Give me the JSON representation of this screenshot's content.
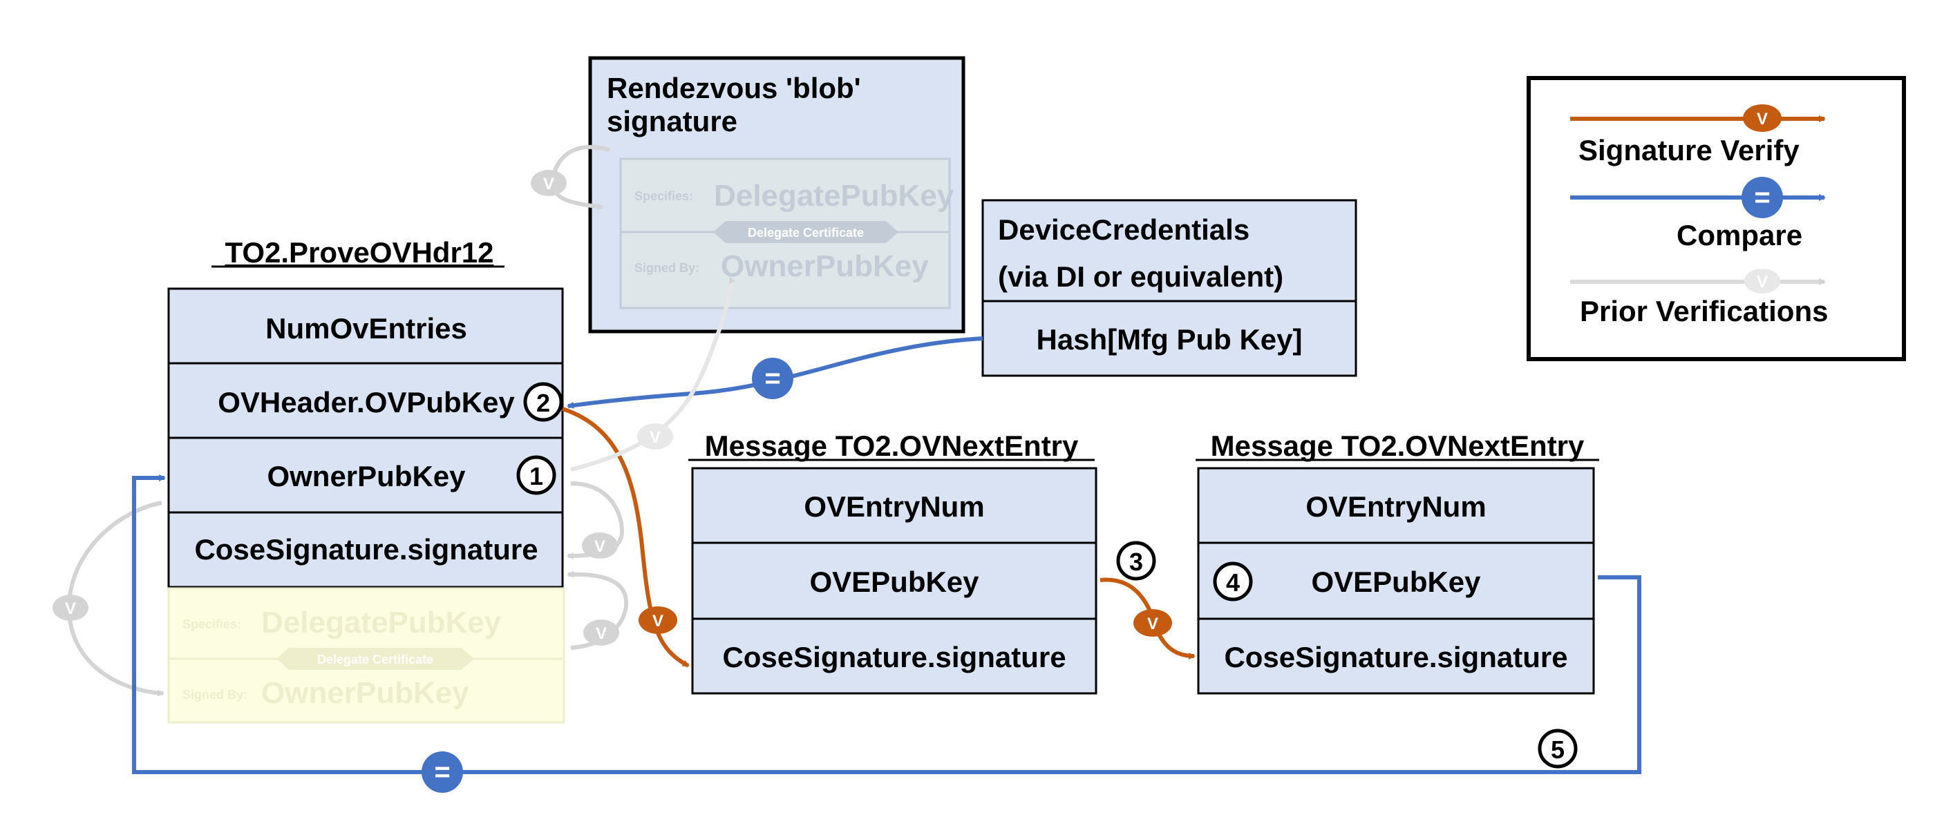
{
  "colors": {
    "box_fill": "#dae3f3",
    "signature_verify": "#c55a11",
    "compare": "#4472c4",
    "prior": "#d4d4d4",
    "delegate_faded_fill": "#dfe6ea",
    "delegate_yellow_fill": "#fdfde2"
  },
  "legend": {
    "signature_verify": "Signature Verify",
    "compare": "Compare",
    "prior": "Prior Verifications",
    "verify_symbol": "V",
    "compare_symbol": "="
  },
  "rendezvous": {
    "title_line1": "Rendezvous 'blob'",
    "title_line2": "signature",
    "specifies_label": "Specifies:",
    "specifies_value": "DelegatePubKey",
    "cert_label": "Delegate Certificate",
    "signed_by_label": "Signed By:",
    "signed_by_value": "OwnerPubKey"
  },
  "device_credentials": {
    "title_line1": "DeviceCredentials",
    "title_line2": "(via DI or equivalent)",
    "hash": "Hash[Mfg Pub Key]"
  },
  "prove_ov_hdr": {
    "title": "TO2.ProveOVHdr12",
    "rows": [
      "NumOvEntries",
      "OVHeader.OVPubKey",
      "OwnerPubKey",
      "CoseSignature.signature"
    ],
    "delegate": {
      "specifies_label": "Specifies:",
      "specifies_value": "DelegatePubKey",
      "cert_label": "Delegate Certificate",
      "signed_by_label": "Signed By:",
      "signed_by_value": "OwnerPubKey"
    }
  },
  "next_entry_1": {
    "title": "Message TO2.OVNextEntry",
    "rows": [
      "OVEntryNum",
      "OVEPubKey",
      "CoseSignature.signature"
    ]
  },
  "next_entry_2": {
    "title": "Message TO2.OVNextEntry",
    "rows": [
      "OVEntryNum",
      "OVEPubKey",
      "CoseSignature.signature"
    ]
  },
  "steps": [
    "1",
    "2",
    "3",
    "4",
    "5"
  ]
}
